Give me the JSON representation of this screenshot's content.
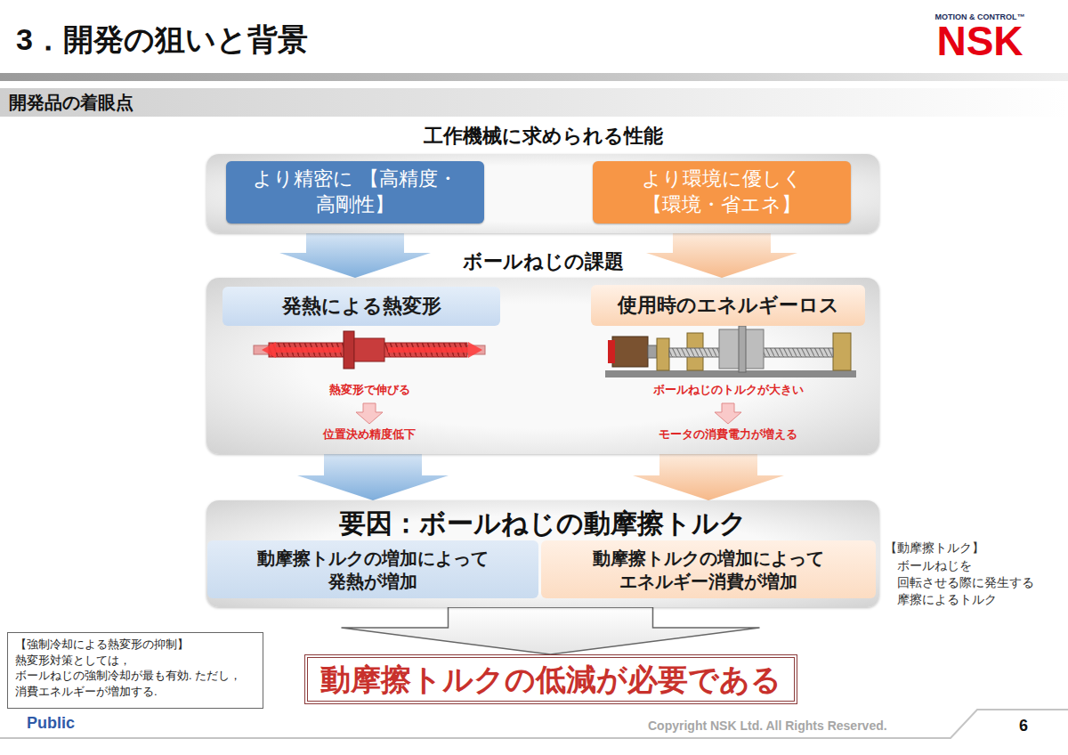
{
  "diagram": {
    "title": "3．開発の狙いと背景",
    "nodes": [
      {
        "text": [
          "工作機械に求められる性能"
        ]
      },
      {
        "text": [
          "より精密に 【高精度・高剛性】"
        ],
        "in": 0
      },
      {
        "text": [
          "より環境に優しく 【環境・省エネ】"
        ],
        "in": 0
      },
      {
        "text": [
          "ボールねじの課題"
        ]
      },
      {
        "text": [
          "発熱による熱変形"
        ],
        "in": 3
      },
      {
        "text": [
          "使用時のエネルギーロス"
        ],
        "in": 3
      },
      {
        "text": [
          "要因：ボールねじの動摩擦トルク"
        ]
      },
      {
        "text": [
          "動摩擦トルクの増加によって 発熱が増加"
        ],
        "in": 6
      },
      {
        "text": [
          "動摩擦トルクの増加によって エネルギー消費が増加"
        ],
        "in": 6
      },
      {
        "text": [
          "動摩擦トルクの低減が必要である"
        ]
      },
      {
        "text": [
          "【強制冷却による熱変形の抑制】",
          "熱変形対策としては， ボールねじの強制冷却が最も有効. ただし，消費エネルギーが増加する."
        ]
      }
    ],
    "edges": [
      {
        "from": 0,
        "to": 3,
        "arrow": "to"
      },
      {
        "from": 0,
        "to": 3,
        "arrow": "to"
      },
      {
        "from": 3,
        "to": 6,
        "arrow": "to"
      },
      {
        "from": 3,
        "to": 6,
        "arrow": "to"
      },
      {
        "from": 6,
        "to": 9,
        "arrow": "to"
      }
    ],
    "labels": [
      "MOTION & CONTROL™",
      "NSK",
      "開発品の着眼点",
      "熱変形で伸びる",
      "位置決め精度低下",
      "ボールねじのトルクが大きい",
      "モータの消費電力が増える",
      "【動摩擦トルク】",
      "ボールねじを 回転させる際に発生する 摩擦によるトルク",
      "Public",
      "Copyright NSK Ltd. All Rights Reserved.",
      "6"
    ]
  }
}
